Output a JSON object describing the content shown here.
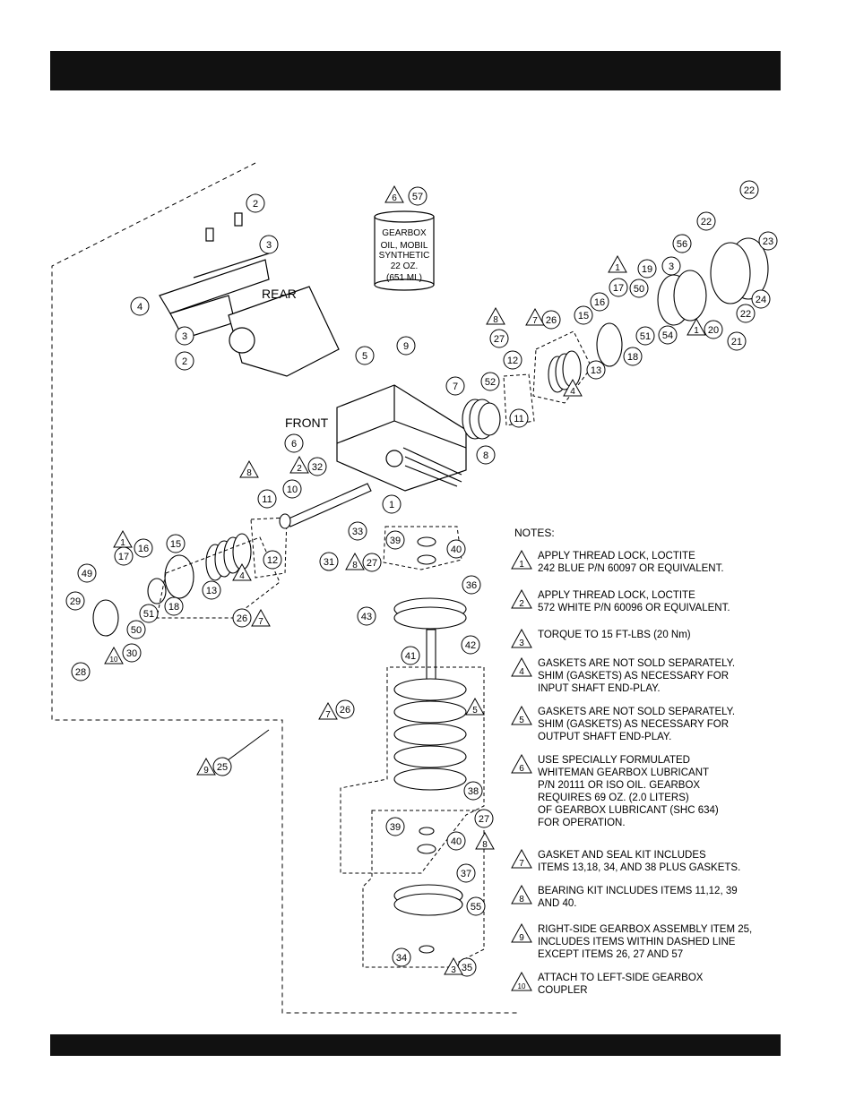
{
  "page": {
    "header_bar": "",
    "footer_bar": ""
  },
  "diagram": {
    "labels": {
      "rear": "REAR",
      "front": "FRONT",
      "can_line1": "GEARBOX",
      "can_line2": "OIL, MOBIL",
      "can_line3": "SYNTHETIC",
      "can_line4": "22 OZ.",
      "can_line5": "(651 ML)"
    },
    "callouts": [
      "1",
      "2",
      "3",
      "4",
      "5",
      "6",
      "7",
      "8",
      "9",
      "10",
      "11",
      "12",
      "13",
      "15",
      "16",
      "17",
      "18",
      "19",
      "20",
      "21",
      "22",
      "23",
      "24",
      "25",
      "26",
      "27",
      "28",
      "29",
      "30",
      "31",
      "32",
      "33",
      "34",
      "35",
      "36",
      "37",
      "38",
      "39",
      "40",
      "41",
      "42",
      "43",
      "49",
      "50",
      "51",
      "52",
      "54",
      "55",
      "56",
      "57"
    ],
    "note_refs": [
      "1",
      "2",
      "3",
      "4",
      "5",
      "6",
      "7",
      "8",
      "9",
      "10"
    ]
  },
  "notes": {
    "title": "NOTES:",
    "items": [
      {
        "num": "1",
        "text": "APPLY THREAD LOCK, LOCTITE\n242 BLUE P/N 60097 OR EQUIVALENT."
      },
      {
        "num": "2",
        "text": "APPLY THREAD LOCK, LOCTITE\n572 WHITE P/N 60096 OR EQUIVALENT."
      },
      {
        "num": "3",
        "text": "TORQUE TO 15 FT-LBS (20 Nm)"
      },
      {
        "num": "4",
        "text": "GASKETS ARE NOT SOLD SEPARATELY.\nSHIM (GASKETS) AS NECESSARY FOR\nINPUT SHAFT END-PLAY."
      },
      {
        "num": "5",
        "text": "GASKETS ARE NOT SOLD SEPARATELY.\nSHIM (GASKETS) AS NECESSARY FOR\nOUTPUT SHAFT END-PLAY."
      },
      {
        "num": "6",
        "text": "USE SPECIALLY FORMULATED\nWHITEMAN GEARBOX LUBRICANT\nP/N 20111 OR ISO OIL. GEARBOX\nREQUIRES 69 OZ. (2.0 LITERS)\nOF GEARBOX LUBRICANT (SHC 634)\nFOR OPERATION."
      },
      {
        "num": "7",
        "text": "GASKET AND SEAL KIT INCLUDES\nITEMS 13,18, 34, AND 38  PLUS GASKETS."
      },
      {
        "num": "8",
        "text": "BEARING KIT INCLUDES ITEMS 11,12, 39\nAND 40."
      },
      {
        "num": "9",
        "text": "RIGHT-SIDE GEARBOX ASSEMBLY ITEM 25,\nINCLUDES ITEMS WITHIN DASHED LINE\nEXCEPT ITEMS 26, 27 AND 57"
      },
      {
        "num": "10",
        "text": "ATTACH TO LEFT-SIDE GEARBOX\nCOUPLER"
      }
    ]
  }
}
